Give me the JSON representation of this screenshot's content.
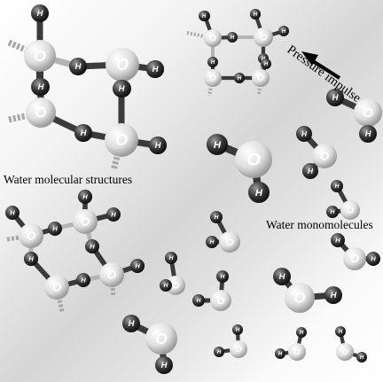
{
  "labels": {
    "structures": "Water molecular structures",
    "monomolecules": "Water monomolecules",
    "pressure": "Pressure impulse"
  },
  "atoms": {
    "hydrogen": "H",
    "oxygen": "O"
  },
  "colors": {
    "hydrogen": "#2d2d2d",
    "oxygen": "#e6e6e6",
    "bond": "#b4b4b4",
    "arrow": "#000000"
  }
}
